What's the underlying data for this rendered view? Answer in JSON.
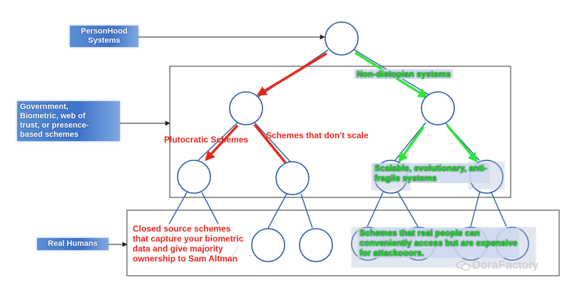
{
  "side_labels": {
    "personhood": "PersonHood\nSystems",
    "government": "Government,\nBiometric, web of\ntrust, or presence-\nbased schemes",
    "real_humans": "Real Humans"
  },
  "edge_labels": {
    "plutocratic": "Plutocratic Schemes",
    "dont_scale": "Schemes that don't scale",
    "non_distopian": "Non-distopian systems",
    "scalable": "Scalable, evolutionary, anti-\nfragile systems"
  },
  "leaf_labels": {
    "closed_source": "Closed source schemes\nthat capture your biometric\ndata and give majority\nownership to Sam Altman",
    "real_people": "Schemes that real people can\nconveniently access but are expensive\nfor attackooors."
  },
  "watermark": "DoraFactory",
  "colors": {
    "red_arrow": "#e8271c",
    "green_arrow": "#2ee63a",
    "node_stroke": "#2f5fb0",
    "box_stroke": "#333333"
  }
}
